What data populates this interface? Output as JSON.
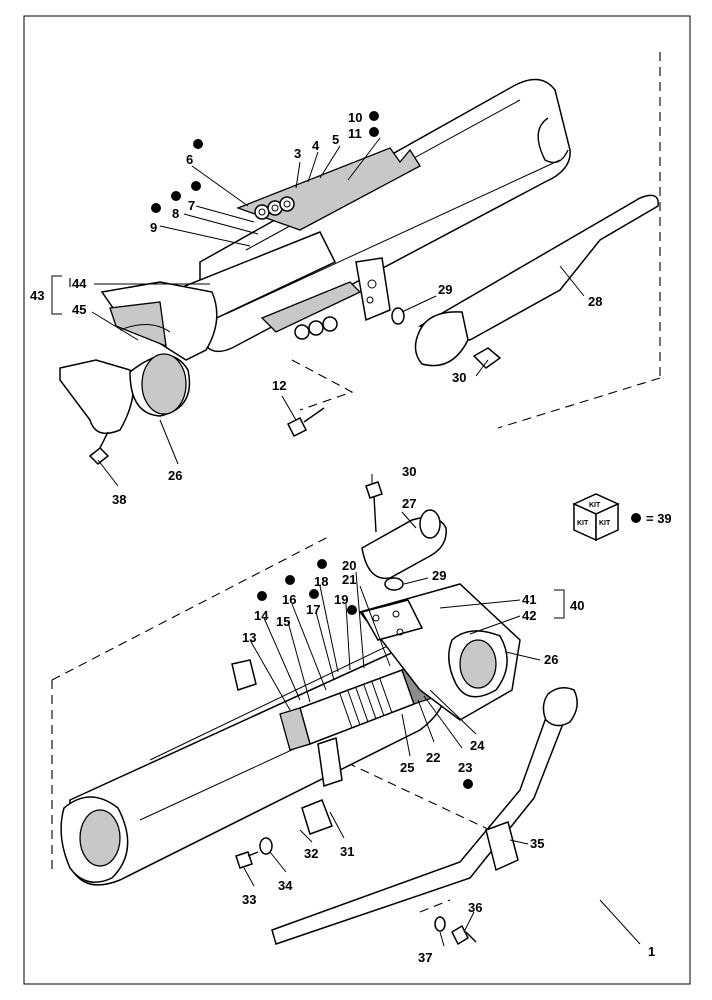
{
  "callouts": [
    "1",
    "3",
    "4",
    "5",
    "6",
    "7",
    "8",
    "9",
    "10",
    "11",
    "12",
    "13",
    "14",
    "15",
    "16",
    "17",
    "18",
    "19",
    "20",
    "21",
    "22",
    "23",
    "24",
    "25",
    "26",
    "26",
    "27",
    "28",
    "29",
    "29",
    "30",
    "30",
    "31",
    "32",
    "33",
    "34",
    "35",
    "36",
    "37",
    "38",
    "40",
    "41",
    "42",
    "43",
    "44",
    "45"
  ],
  "kit": {
    "top_label": "KIT",
    "left_label": "KIT",
    "right_label": "KIT",
    "legend_equals": "= 39"
  },
  "colors": {
    "line": "#000000",
    "shade": "#c8c8c8",
    "dark": "#8c8c8c"
  }
}
